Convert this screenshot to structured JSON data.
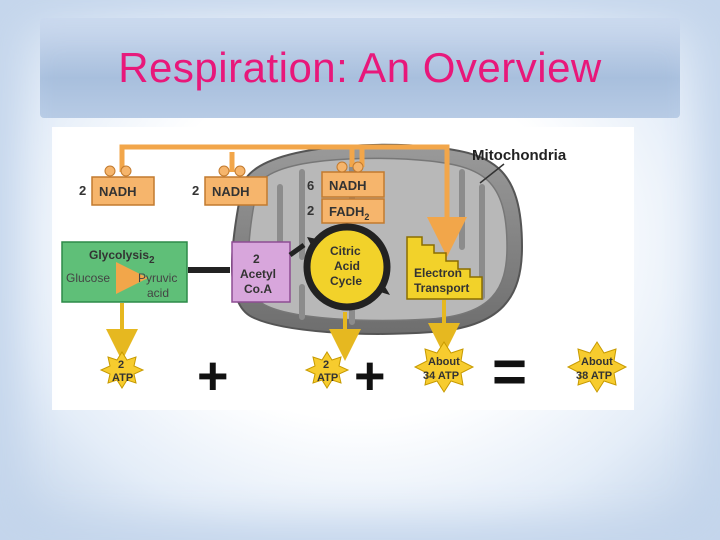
{
  "slide": {
    "title": "Respiration: An Overview"
  },
  "diagram": {
    "mitochondria_label": "Mitochondria",
    "nadh_glycolysis": {
      "count": "2",
      "label": "NADH"
    },
    "nadh_acetyl": {
      "count": "2",
      "label": "NADH"
    },
    "nadh_cycle": {
      "count": "6",
      "label": "NADH"
    },
    "fadh_cycle": {
      "count": "2",
      "label": "FADH",
      "subscript": "2"
    },
    "glycolysis": {
      "title": "Glycolysis",
      "subscript": "2",
      "from": "Glucose",
      "to_line1": "Pyruvic",
      "to_line2": "acid"
    },
    "acetyl_coa": {
      "line1": "2",
      "line2": "Acetyl",
      "line3": "Co.A"
    },
    "citric_cycle": {
      "line1": "Citric",
      "line2": "Acid",
      "line3": "Cycle"
    },
    "electron_transport": {
      "line1": "Electron",
      "line2": "Transport"
    },
    "atp_glycolysis": {
      "line1": "2",
      "line2": "ATP"
    },
    "atp_cycle": {
      "line1": "2",
      "line2": "ATP"
    },
    "atp_transport": {
      "line1": "About",
      "line2": "34 ATP"
    },
    "atp_total": {
      "line1": "About",
      "line2": "38 ATP"
    },
    "plus_sign": "+",
    "equals_sign": "=",
    "colors": {
      "arrow_orange": "#f2a64a",
      "nadh_fill": "#f6b56c",
      "glycolysis_fill": "#5fbf78",
      "acetyl_fill": "#d8a6dc",
      "transport_fill": "#f2d22a",
      "atp_fill": "#f7cc2e",
      "mito_fill": "#8a8a8a",
      "title_color": "#e8177a"
    }
  }
}
